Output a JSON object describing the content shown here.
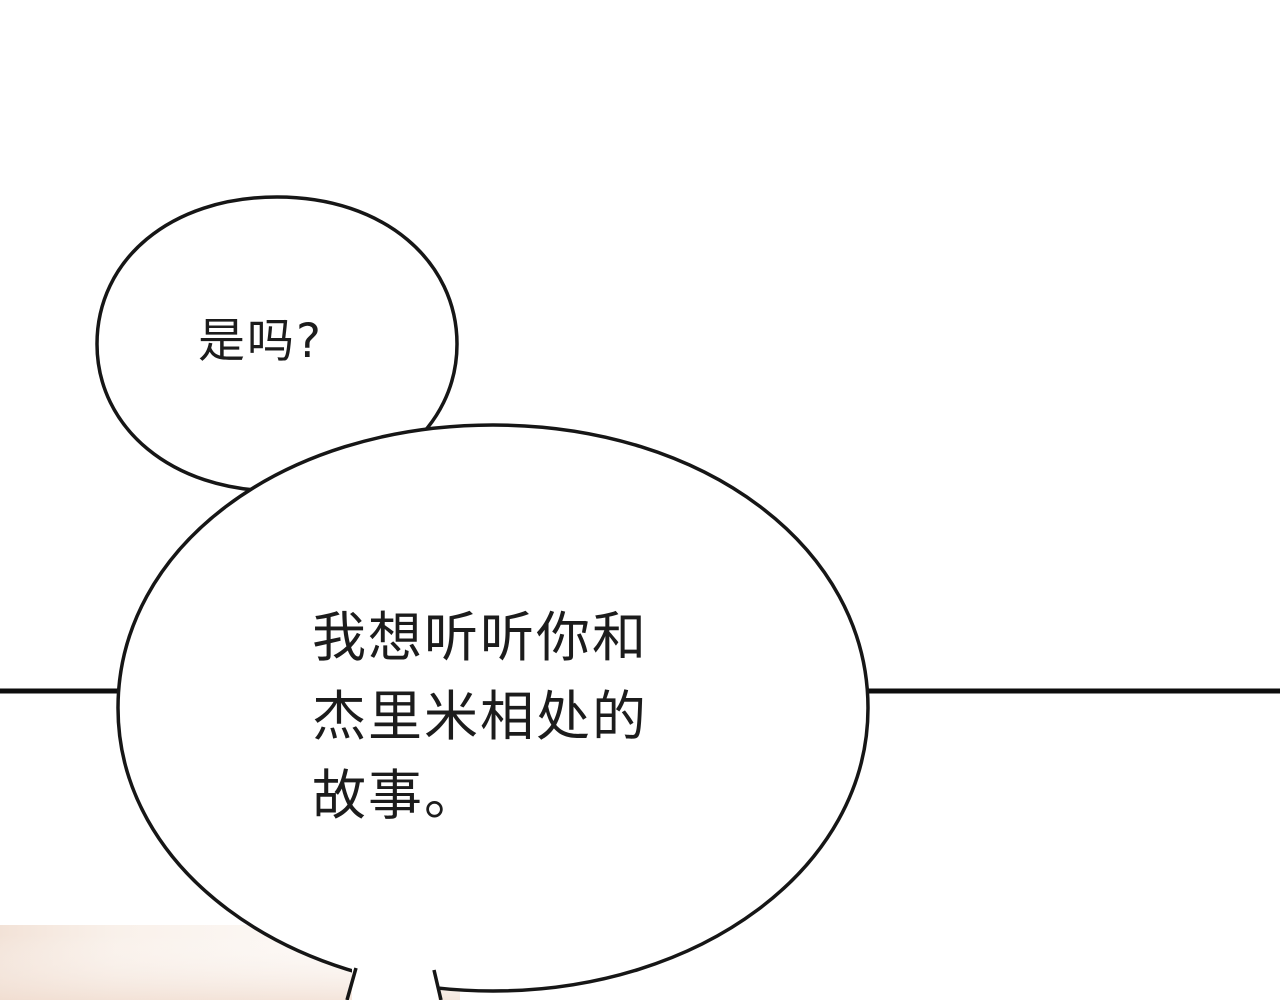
{
  "panel": {
    "kind": "comic-panel",
    "speech_small": {
      "text": "是吗?"
    },
    "speech_large": {
      "line1": "我想听听你和",
      "line2": "杰里米相处的",
      "line3": "故事。"
    }
  },
  "colors": {
    "ink": "#1c1c1c",
    "outline": "#161616",
    "divider": "#0d0d0d",
    "background": "#ffffff",
    "floor_tint": "#f3e2d6"
  }
}
